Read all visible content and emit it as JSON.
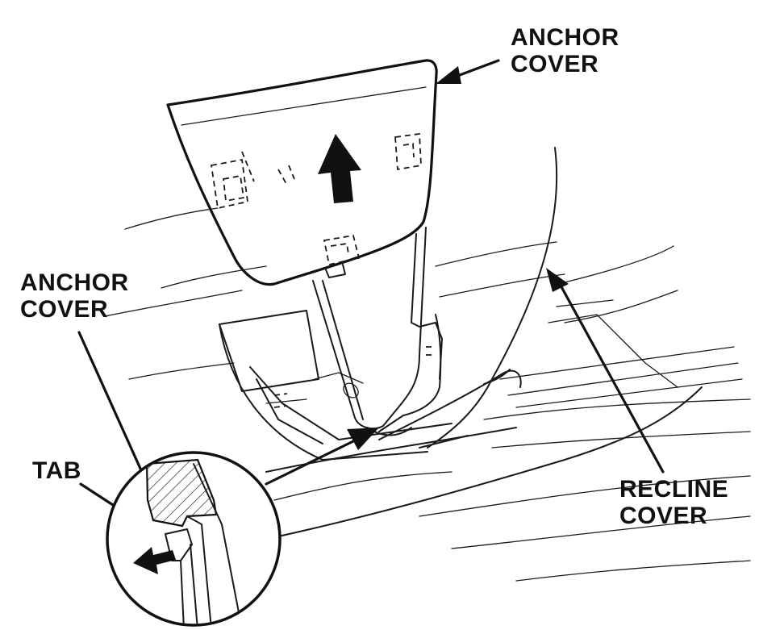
{
  "labels": {
    "anchor_cover_top": {
      "line1": "ANCHOR",
      "line2": "COVER"
    },
    "anchor_cover_left": {
      "line1": "ANCHOR",
      "line2": "COVER"
    },
    "tab": "TAB",
    "recline_cover": {
      "line1": "RECLINE",
      "line2": "COVER"
    }
  },
  "icons": [
    "up-arrow-icon",
    "removal-direction-arrow-icon",
    "pointer-arrow-icon"
  ]
}
